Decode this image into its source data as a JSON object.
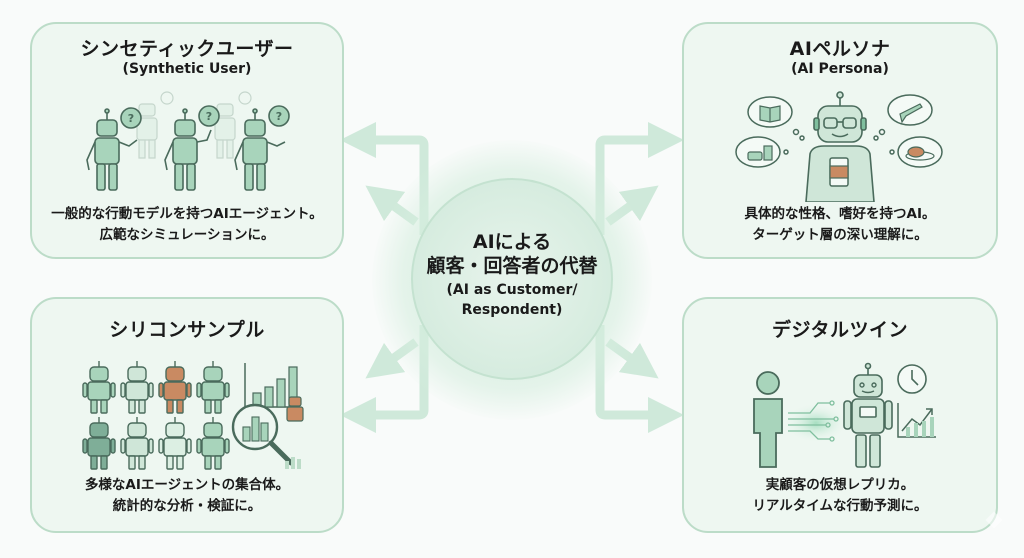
{
  "center": {
    "line1": "AIによる",
    "line2": "顧客・回答者の代替",
    "line3": "(AI as Customer/",
    "line4": "Respondent)"
  },
  "boxes": {
    "synthetic_user": {
      "title": "シンセティックユーザー",
      "subtitle": "(Synthetic User)",
      "desc_line1": "一般的な行動モデルを持つAIエージェント。",
      "desc_line2": "広範なシミュレーションに。",
      "illustration": "robots-with-question-bubbles-icon"
    },
    "ai_persona": {
      "title": "AIペルソナ",
      "subtitle": "(AI Persona)",
      "desc_line1": "具体的な性格、嗜好を持つAI。",
      "desc_line2": "ターゲット層の深い理解に。",
      "illustration": "robot-with-preferences-icon"
    },
    "silicon_sample": {
      "title": "シリコンサンプル",
      "desc_line1": "多様なAIエージェントの集合体。",
      "desc_line2": "統計的な分析・検証に。",
      "illustration": "robot-crowd-with-analytics-icon"
    },
    "digital_twin": {
      "title": "デジタルツイン",
      "desc_line1": "実顧客の仮想レプリカ。",
      "desc_line2": "リアルタイムな行動予測に。",
      "illustration": "human-to-robot-twin-icon"
    }
  },
  "colors": {
    "background": "#f9fbfa",
    "box_fill": "#eef7f1",
    "box_border": "#bcdcc8",
    "arrow": "#cfe9da",
    "accent_green": "#7fbf9e",
    "line_dark": "#4a6b5c",
    "accent_orange": "#c98a62"
  }
}
